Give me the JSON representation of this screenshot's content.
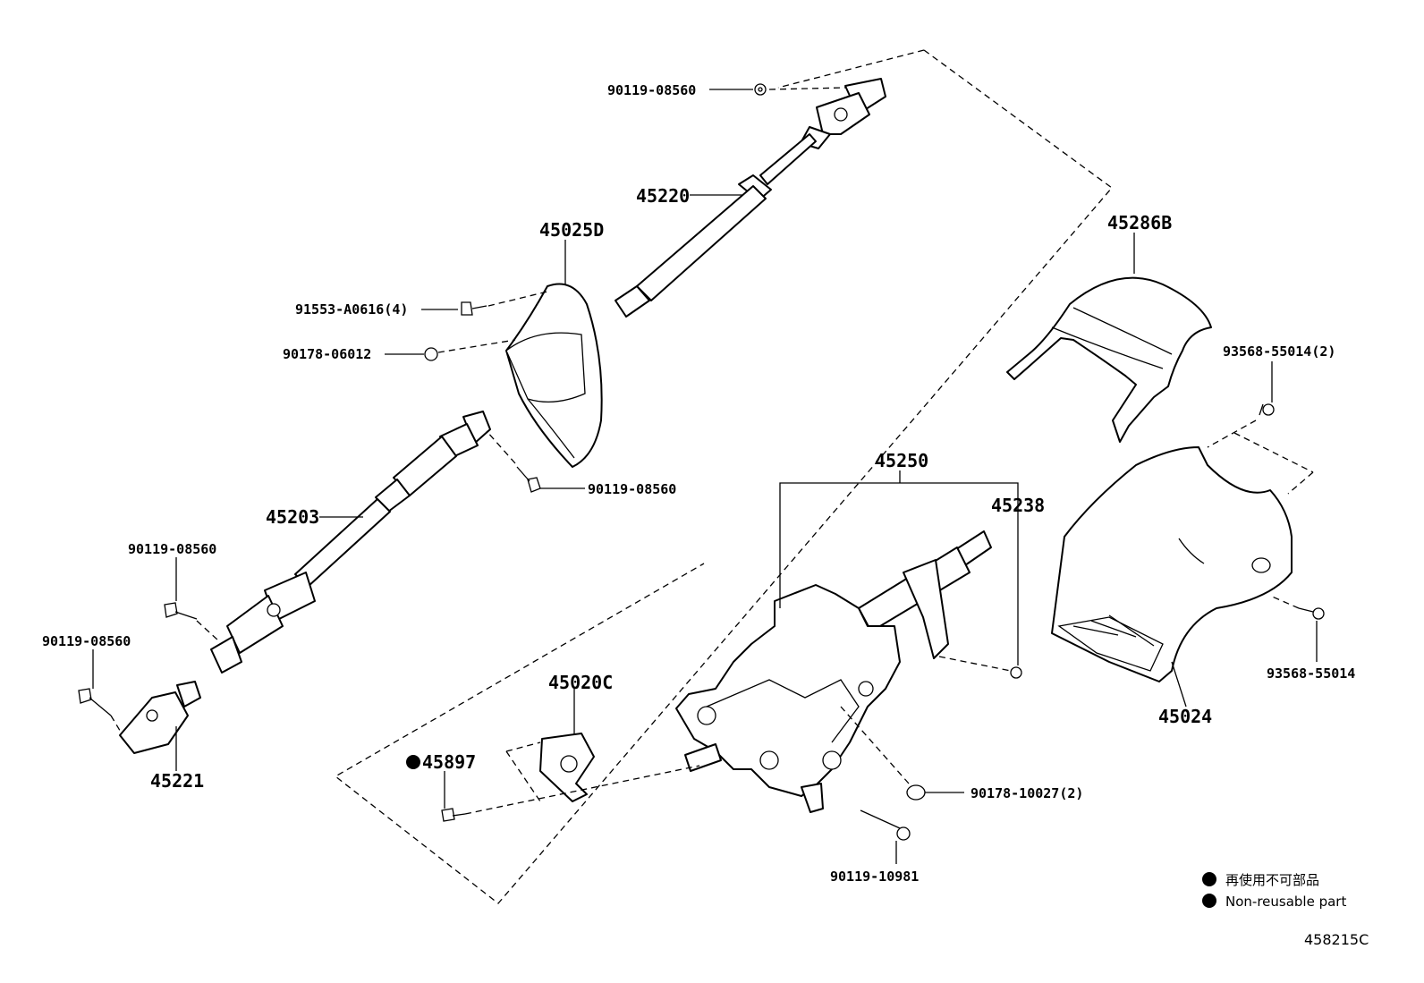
{
  "labels": {
    "p90119_08560_top": "90119-08560",
    "p45220": "45220",
    "p45025D": "45025D",
    "p91553": "91553-A0616(4)",
    "p90178_06012": "90178-06012",
    "p90119_08560_mid": "90119-08560",
    "p45203": "45203",
    "p90119_08560_left1": "90119-08560",
    "p90119_08560_left2": "90119-08560",
    "p45221": "45221",
    "p45286B": "45286B",
    "p93568_55014_2": "93568-55014(2)",
    "p45250": "45250",
    "p45238": "45238",
    "p45024": "45024",
    "p93568_55014": "93568-55014",
    "p45020C": "45020C",
    "p45897": "45897",
    "p90178_10027": "90178-10027(2)",
    "p90119_10981": "90119-10981"
  },
  "legend": {
    "jp": "再使用不可部品",
    "en": "Non-reusable part"
  },
  "diagram_code": "458215C"
}
